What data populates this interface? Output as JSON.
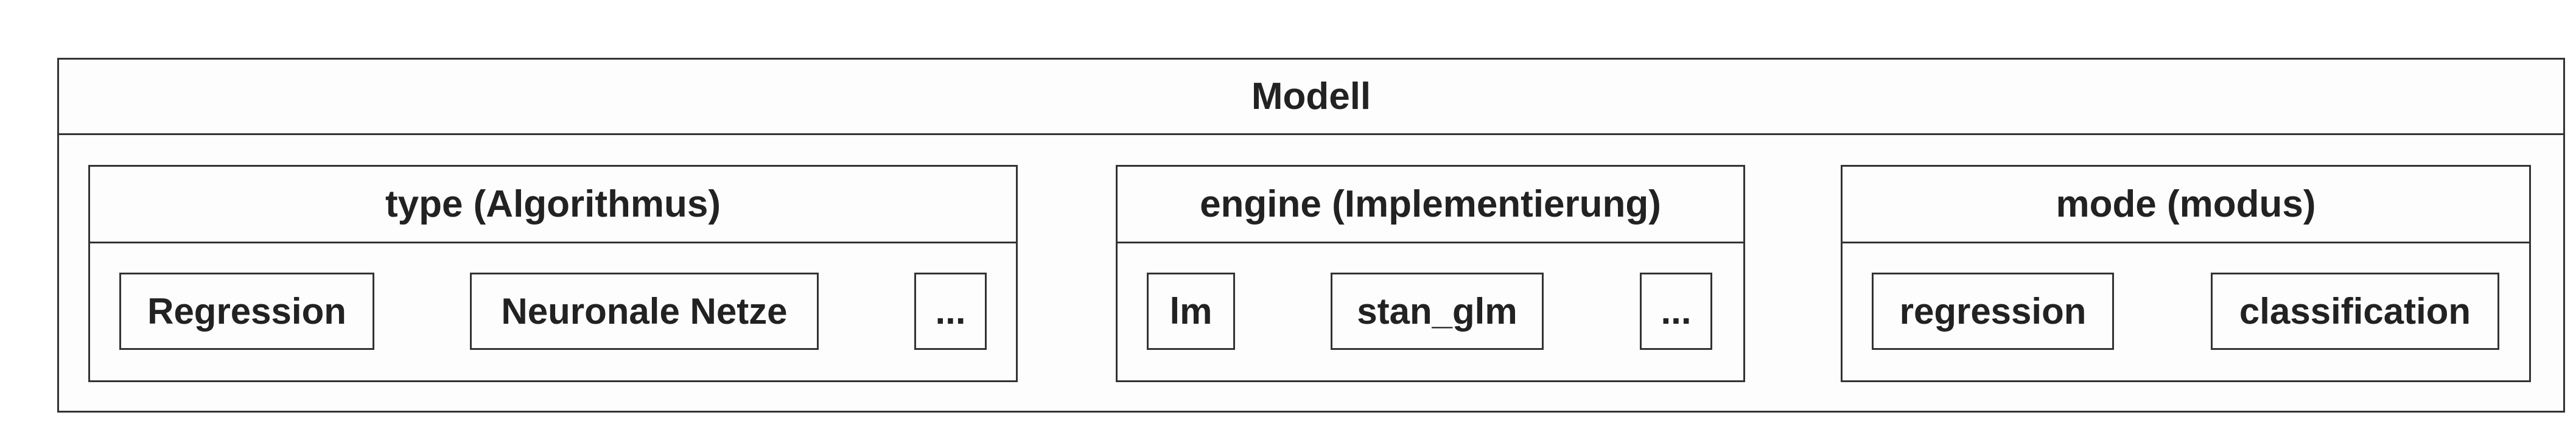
{
  "model": {
    "title": "Modell",
    "groups": [
      {
        "title": "type (Algorithmus)",
        "items": [
          "Regression",
          "Neuronale Netze",
          "..."
        ]
      },
      {
        "title": "engine (Implementierung)",
        "items": [
          "lm",
          "stan_glm",
          "..."
        ]
      },
      {
        "title": "mode (modus)",
        "items": [
          "regression",
          "classification"
        ]
      }
    ]
  }
}
